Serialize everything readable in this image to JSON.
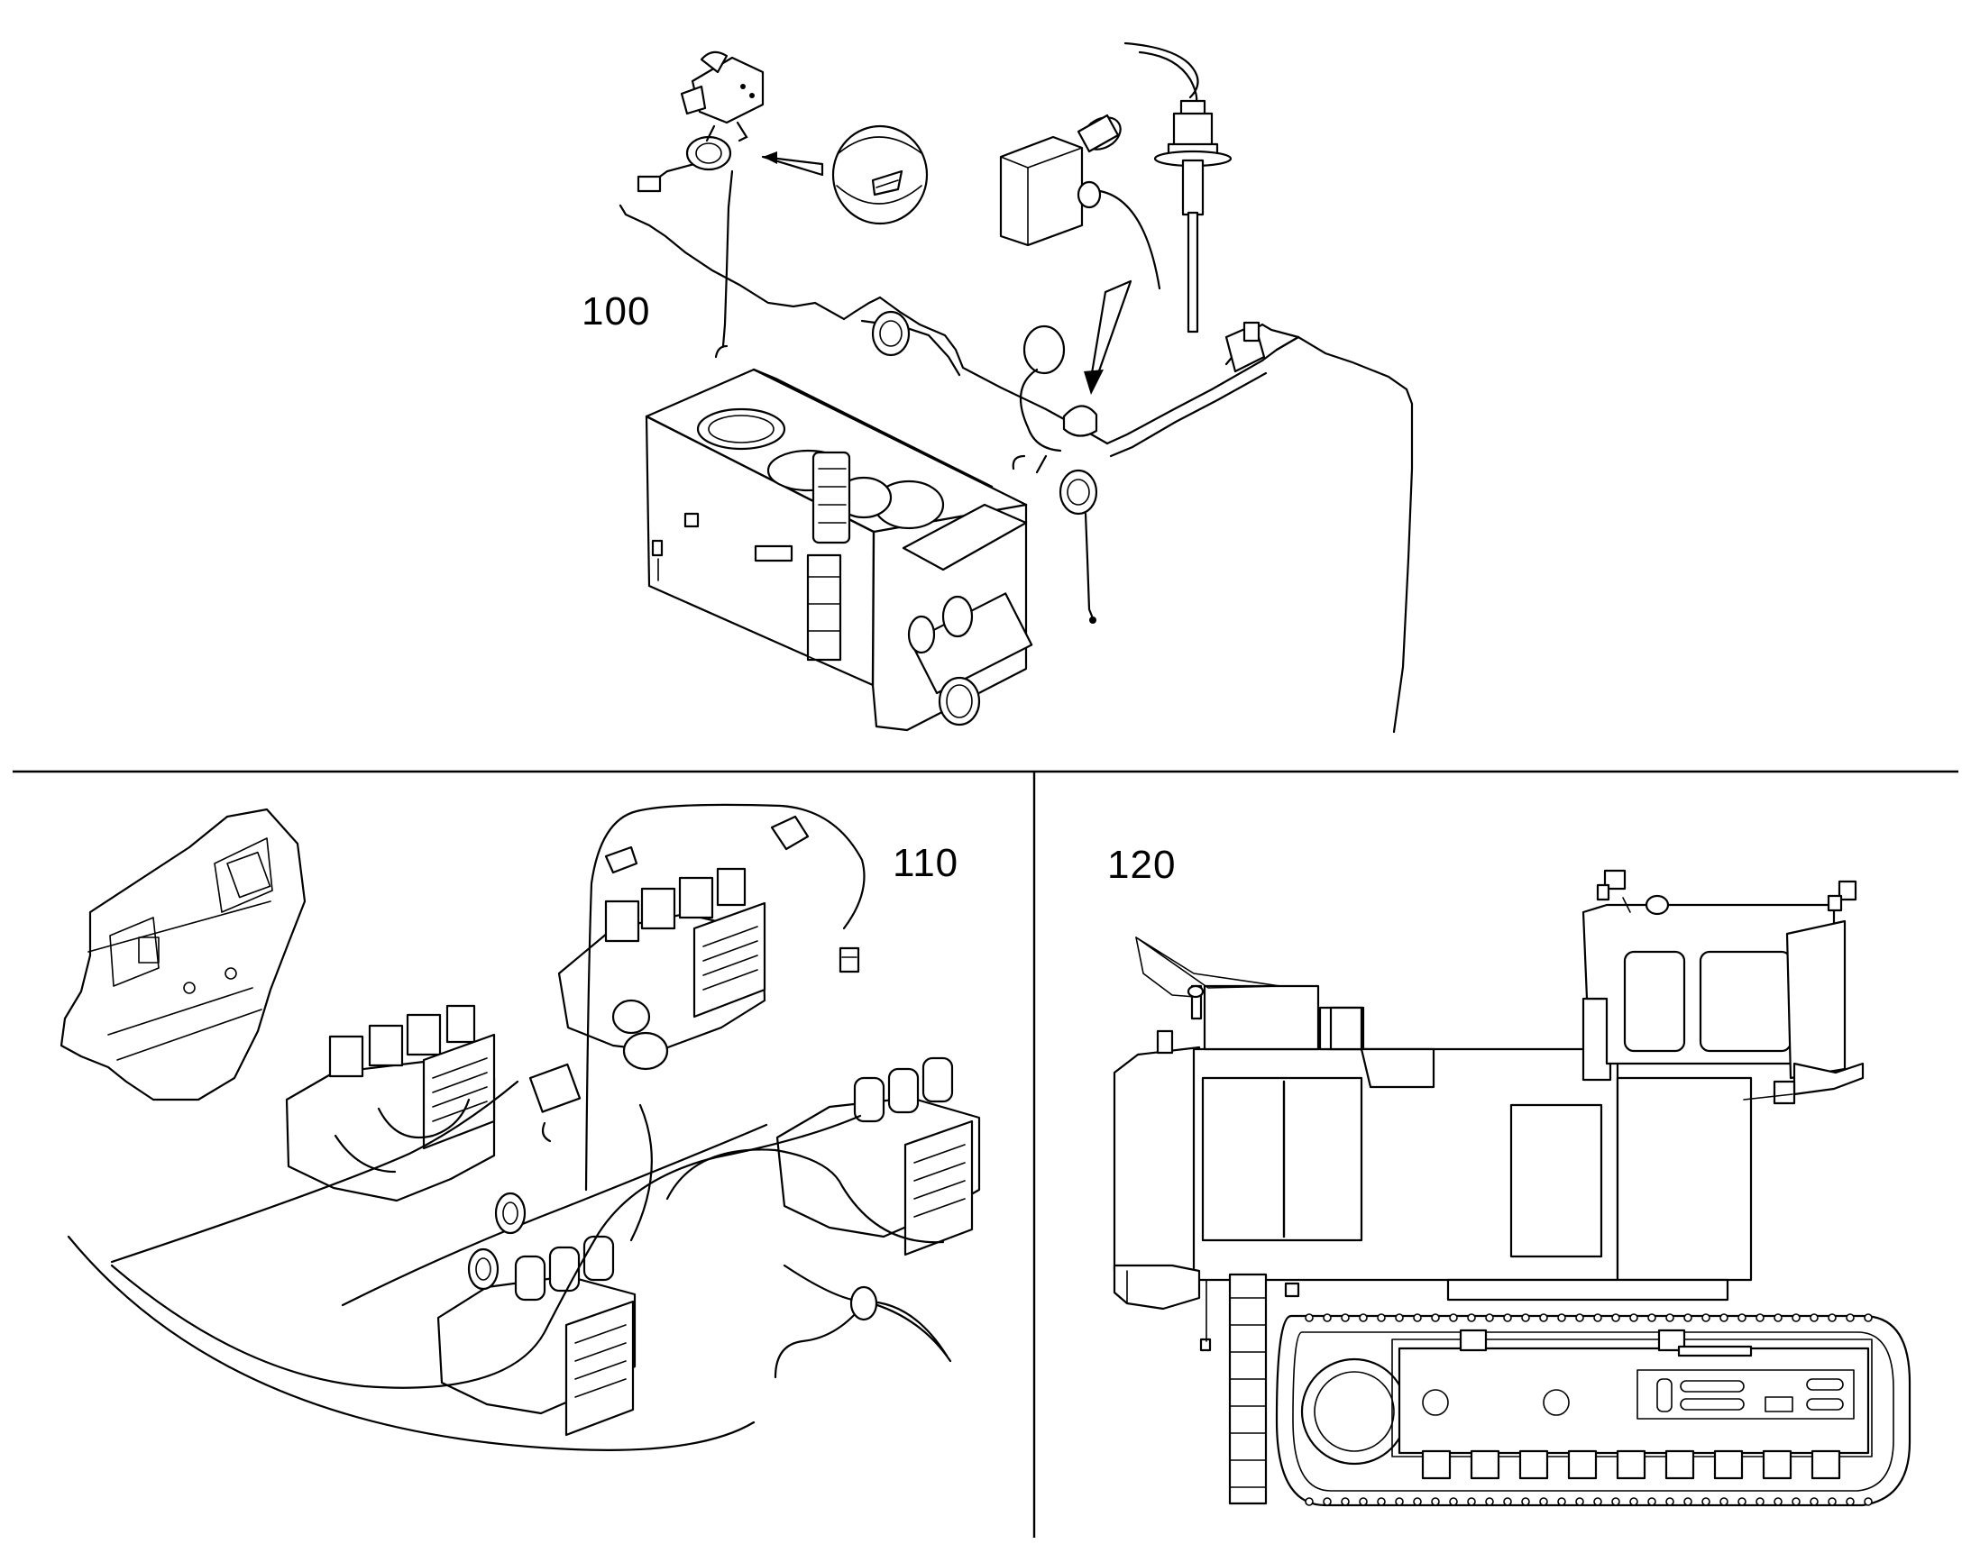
{
  "views": {
    "top": {
      "label": "100"
    },
    "bottom_left": {
      "label": "110"
    },
    "bottom_right": {
      "label": "120"
    }
  },
  "colors": {
    "line": "#000000",
    "background": "#ffffff"
  }
}
